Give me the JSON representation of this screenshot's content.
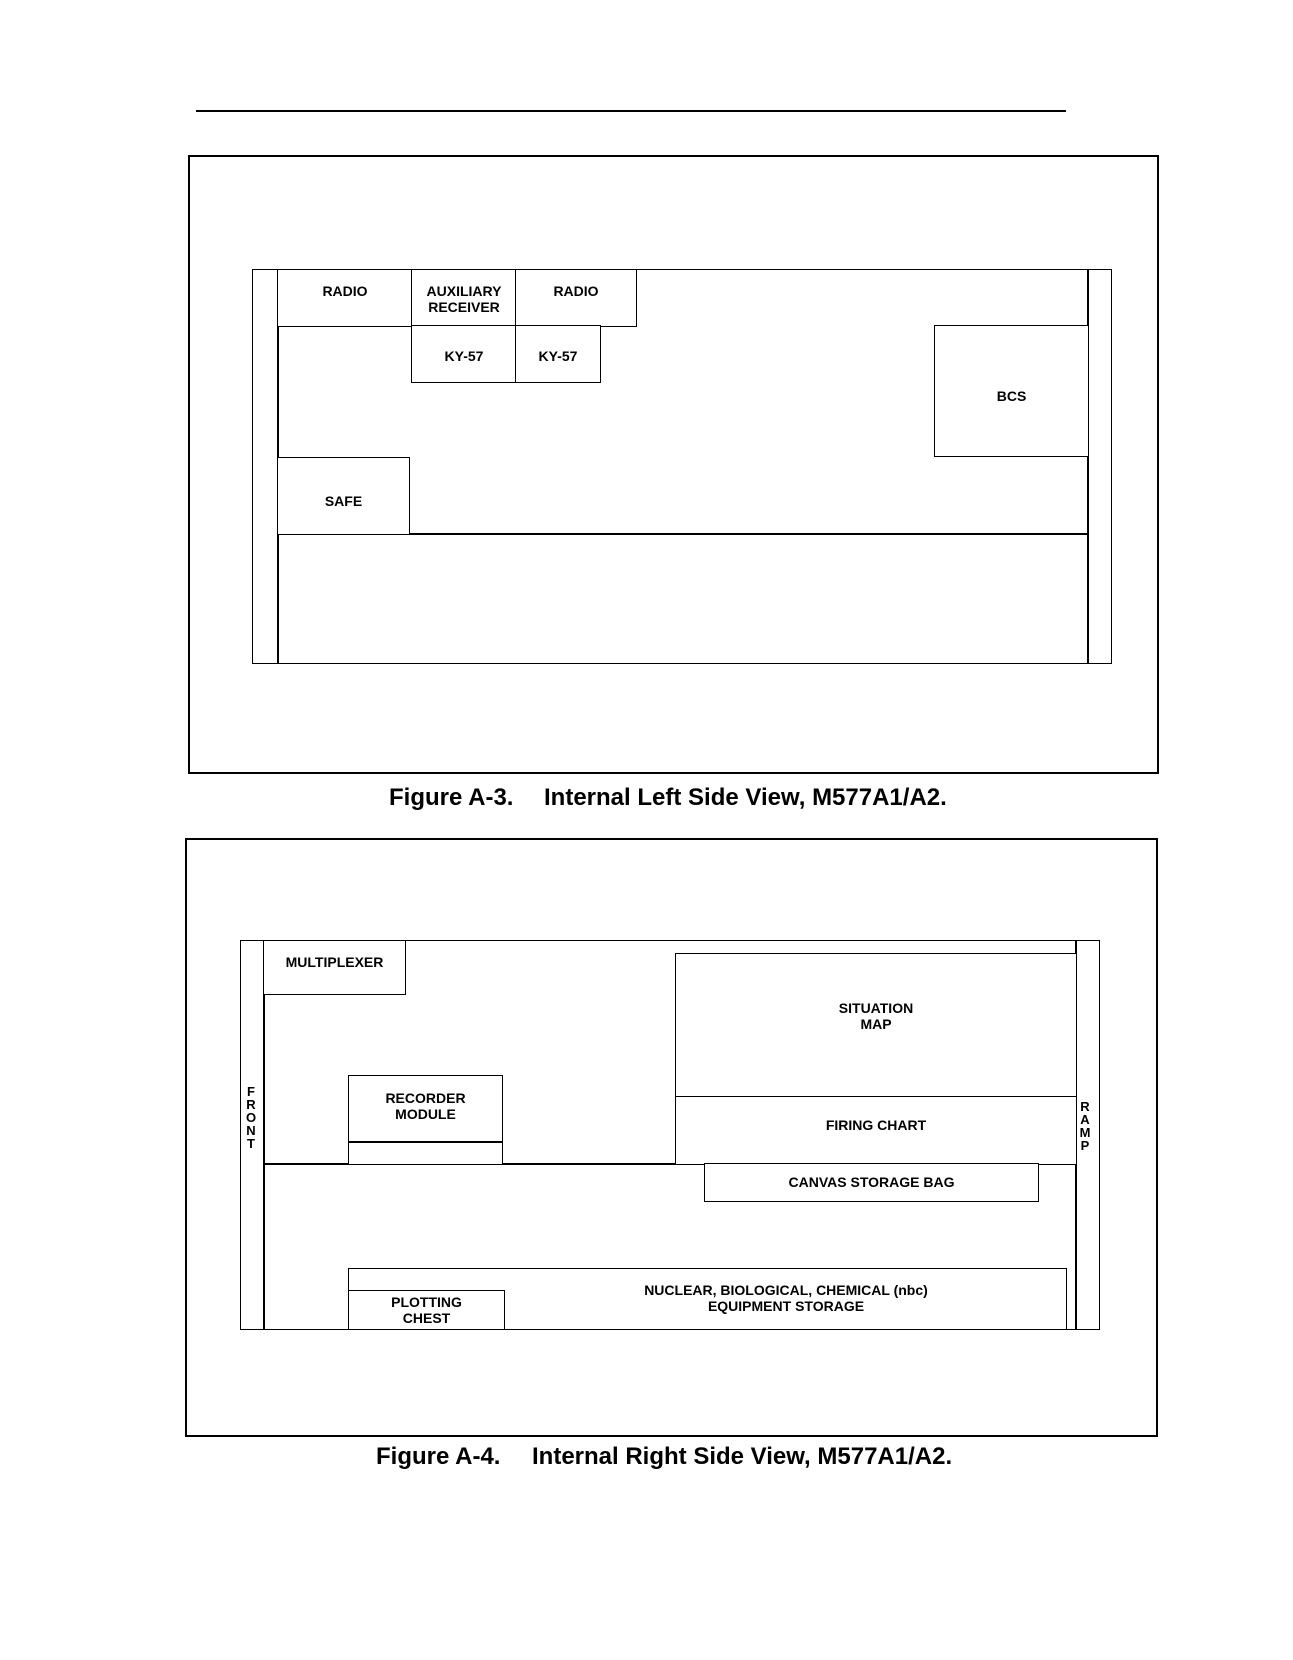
{
  "figure_a3": {
    "caption_number": "Figure A-3.",
    "caption_title": "Internal Left Side View, M577A1/A2.",
    "labels": {
      "radio_left": "RADIO",
      "aux_receiver": "AUXILIARY\nRECEIVER",
      "radio_right": "RADIO",
      "ky57_left": "KY-57",
      "ky57_right": "KY-57",
      "bcs": "BCS",
      "safe": "SAFE"
    }
  },
  "figure_a4": {
    "caption_number": "Figure A-4.",
    "caption_title": "Internal Right Side View, M577A1/A2.",
    "front_label": "FRONT",
    "ramp_label": "RAMP",
    "labels": {
      "multiplexer": "MULTIPLEXER",
      "recorder_module": "RECORDER\nMODULE",
      "situation_map": "SITUATION\nMAP",
      "firing_chart": "FIRING CHART",
      "canvas_storage_bag": "CANVAS STORAGE BAG",
      "nbc_storage": "NUCLEAR, BIOLOGICAL, CHEMICAL (nbc)\nEQUIPMENT STORAGE",
      "plotting_chest": "PLOTTING\nCHEST"
    }
  }
}
